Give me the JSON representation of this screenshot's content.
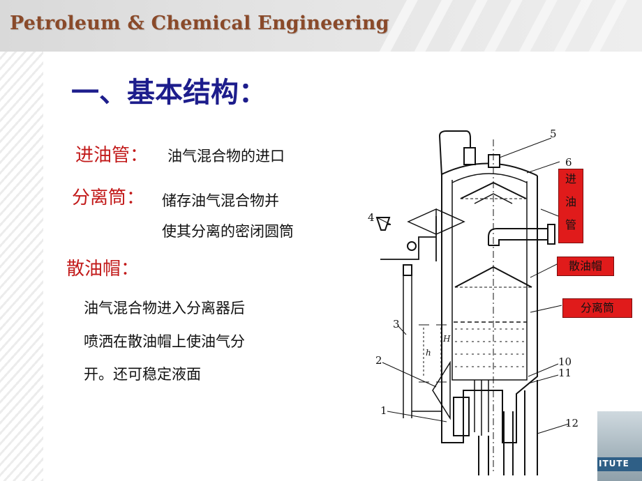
{
  "header": {
    "title": "Petroleum & Chemical Engineering"
  },
  "slide": {
    "section_title": "一、基本结构：",
    "items": [
      {
        "term": "进油管：",
        "desc": "油气混合物的进口"
      },
      {
        "term": "分离筒：",
        "desc_line1": "储存油气混合物并",
        "desc_line2": "使其分离的密闭圆筒"
      },
      {
        "term": "散油帽："
      }
    ],
    "body_text": [
      "油气混合物进入分离器后",
      "喷洒在散油帽上使油气分",
      "开。还可稳定液面"
    ]
  },
  "diagram": {
    "numbers": [
      "5",
      "6",
      "4",
      "3",
      "2",
      "1",
      "10",
      "11",
      "12"
    ],
    "dim_labels": [
      "h",
      "H"
    ],
    "labels": {
      "inlet_chars": [
        "进",
        "油",
        "管"
      ],
      "oil_cap": "散油帽",
      "separator_drum": "分离筒"
    }
  },
  "corner_logo": {
    "text": "ITUTE"
  },
  "colors": {
    "title_brown": "#8a4a2a",
    "heading_blue": "#1d1d8c",
    "term_red": "#c21a1a",
    "label_red": "#e01b1b"
  }
}
